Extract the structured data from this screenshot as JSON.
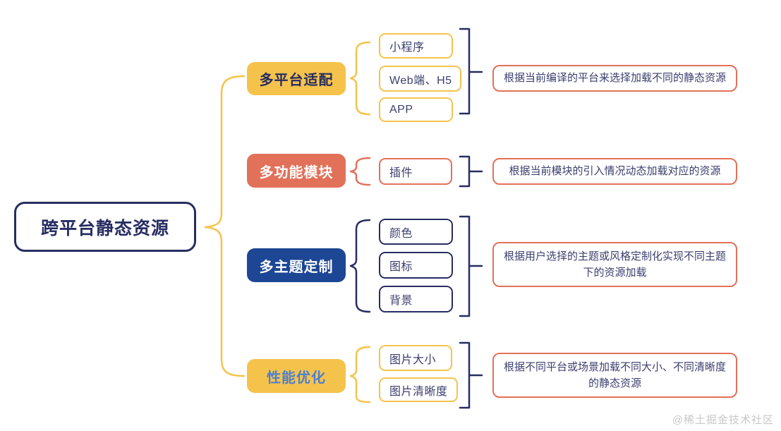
{
  "palette": {
    "yellow": "#F5C34C",
    "coral": "#E2715A",
    "navy": "#272D62",
    "blue-fill": "#1D4694",
    "blue-text": "#4F80CF",
    "text-navy": "#3B3F6E",
    "watermark": "#C8C8C8",
    "bg": "#FFFFFF"
  },
  "root": {
    "label": "跨平台静态资源"
  },
  "branches": [
    {
      "label": "多平台适配",
      "children": [
        {
          "label": "小程序"
        },
        {
          "label": "Web端、H5"
        },
        {
          "label": "APP"
        }
      ],
      "description": "根据当前编译的平台来选择加载不同的静态资源"
    },
    {
      "label": "多功能模块",
      "children": [
        {
          "label": "插件"
        }
      ],
      "description": "根据当前模块的引入情况动态加载对应的资源"
    },
    {
      "label": "多主题定制",
      "children": [
        {
          "label": "颜色"
        },
        {
          "label": "图标"
        },
        {
          "label": "背景"
        }
      ],
      "description": "根据用户选择的主题或风格定制化实现不同主题下的资源加载"
    },
    {
      "label": "性能优化",
      "children": [
        {
          "label": "图片大小"
        },
        {
          "label": "图片清晰度"
        }
      ],
      "description": "根据不同平台或场景加载不同大小、不同清晰度的静态资源"
    }
  ],
  "watermark": "@稀土掘金技术社区"
}
